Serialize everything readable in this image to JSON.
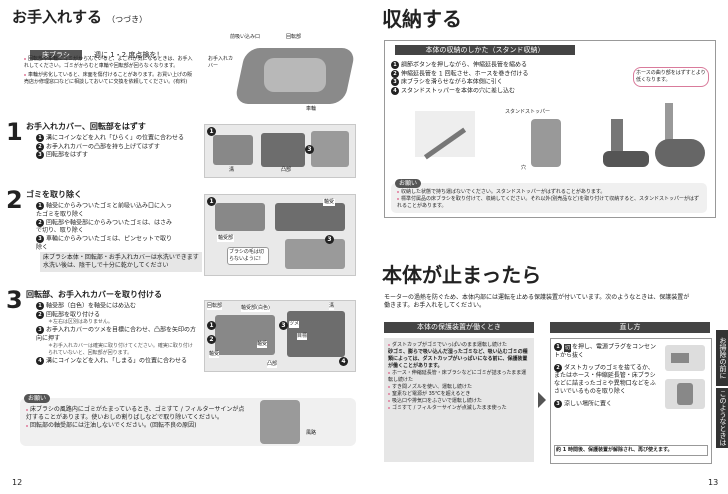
{
  "left": {
    "title": "お手入れする",
    "title_sub": "（つづき）",
    "section_label": "床ブラシ",
    "section_freq": "…週に 1・2 度点検を！",
    "intro": [
      "回転部や車輪にゴミがからんでいると、よごれが気になるときは、お手入れしてください。ゴミがからむと車輪や回転部が回らなくなります。",
      "車輪が劣化していると、床面を傷付けることがあります。お買い上げの販売店か修理窓口などに相談しておいてに交換を依頼してください。(有料)"
    ],
    "fig_top_labels": [
      "前吸い込み口",
      "回転部",
      "お手入れカバー",
      "車輪"
    ],
    "step1": {
      "num": "1",
      "title": "お手入れカバー、回転部をはずす",
      "items": [
        "溝にコインなどを入れ「ひらく」の位置に合わせる",
        "お手入れカバーの凸部を持ち上げてはずす",
        "回転部をはずす"
      ],
      "fig_labels": [
        "溝",
        "凸部"
      ]
    },
    "step2": {
      "num": "2",
      "title": "ゴミを取り除く",
      "items": [
        "軸受にからみついたゴミと前吸い込み口に入ったゴミを取り除く",
        "回転部や軸受部にからみついたゴミは、はさみで切り、取り除く",
        "車輪にからみついたゴミは、ピンセットで取り除く"
      ],
      "note_box": [
        "床ブラシ本体・回転部・お手入れカバーは水洗いできます",
        "水洗い後は、陰干しで十分に乾かしてください"
      ],
      "fig_labels": [
        "軸受",
        "軸受部",
        "ブラシの毛は切らないように!"
      ]
    },
    "step3": {
      "num": "3",
      "title": "回転部、お手入れカバーを取り付ける",
      "items": [
        "軸受部（白色）を軸受にはめ込む",
        "回転部を取り付ける",
        "お手入れカバーのツメを目標に合わせ、凸部を矢印の方向に押す",
        "溝にコインなどを入れ、「しまる」の位置に合わせる"
      ],
      "subnotes": [
        "左右は区別はありません。",
        "お手入れカバーは確実に取り付けてください。確実に取り付けられていないと、回転部が回ります。"
      ],
      "fig_labels": [
        "回転部",
        "軸受部(白色)",
        "軸受",
        "ツメ",
        "目標",
        "軸受",
        "凸部",
        "溝"
      ]
    },
    "caution_title": "お願い",
    "caution": [
      "床ブラシの風路内にゴミがたまっているとき、ゴミすて / フィルターサインが点灯することがあります。使いおしの割りばしなどで取り除いてください。",
      "回転部の軸受部には注油しないでください。(回転不良の原因)"
    ],
    "caution_fig_label": "風路",
    "page_num": "12"
  },
  "right": {
    "title_store": "収納する",
    "store_hdr": "本体の収納のしかた（スタンド収納）",
    "store_items": [
      "調節ボタンを押しながら、伸縮延長管を縮める",
      "伸縮延長管を 1 回転させ、ホースを巻き付ける",
      "床ブラシを滑らせながら本体側に引く",
      "スタンドストッパーを本体の穴に差し込む"
    ],
    "store_fig_labels": [
      "スタンドストッパー",
      "穴"
    ],
    "store_side_note": "ホースの曲り部をはずすとより低くなります。",
    "store_caution_title": "お願い",
    "store_caution": [
      "収納した状態で持ち運ばないでください。スタンドストッパーがはずれることがあります。",
      "標準付属品の床ブラシを取り付けて、収納してください。それ以外(別売品など)を取り付けて収納すると、スタンドストッパーがはずれることがあります。"
    ],
    "title_stop": "本体が止まったら",
    "stop_intro": "モーターの過熱を防ぐため、本体内部には運転を止める保護装置が付いています。次のようなときは、保護装置が働きます。お手入れをしてください。",
    "protect_hdr": "本体の保護装置が働くとき",
    "protect_items": [
      "ダストカップがゴミでいっぱいのまま運転し続けた",
      "砂ゴミ、膨らで吸い込んだ湿ったゴミなど、吸い込むゴミの種類によっては、ダストカップがいっぱいになる前に、保護装置が働くことがあります。",
      "ホース・伸縮延長管・床ブラシなどにゴミが詰まったまま運転し続けた",
      "すき間ノズルを使い、運転し続けた",
      "窒素など電源が 35℃を超えるとき",
      "吸込口や排気口をふさいで運転し続けた",
      "ゴミすて / フィルターサインが点滅したまま使った"
    ],
    "fix_hdr": "直し方",
    "fix_items": [
      "を押し、電源プラグをコンセントから抜く",
      "ダストカップのゴミを捨てるか、またはホース・伸縮延長管・床ブラシなどに詰まったゴミや異物口などをふさいでいるものを取り除く",
      "涼しい場所に置く"
    ],
    "fix_power_icon_label": "切",
    "fix_footer": "約 1 時間後、保護装置が解除され、再び使えます。",
    "side_tabs": [
      "お掃除の前に",
      "このようなときは"
    ],
    "page_num": "13"
  },
  "colors": {
    "accent_pink": "#e07a9a",
    "dark_gray": "#444444",
    "light_gray": "#e6e6e6"
  }
}
